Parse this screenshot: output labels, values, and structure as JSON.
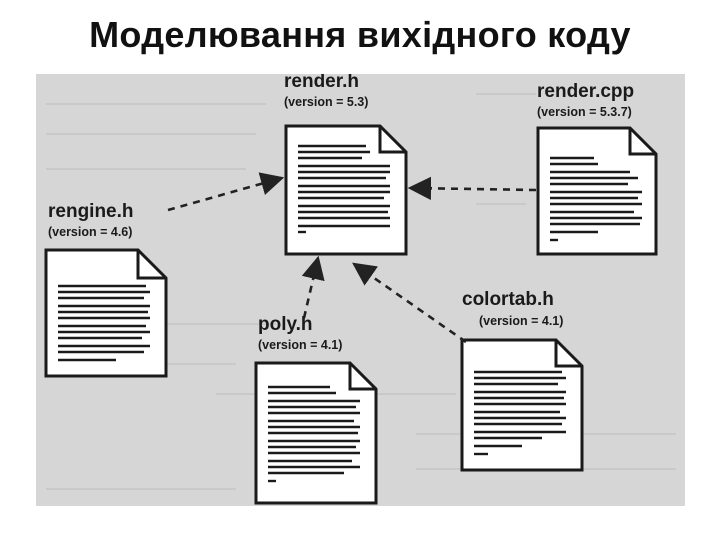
{
  "slide": {
    "title": "Моделювання вихідного коду"
  },
  "diagram": {
    "files": [
      {
        "id": "render-h",
        "name": "render.h",
        "version": "(version = 5.3)"
      },
      {
        "id": "render-cpp",
        "name": "render.cpp",
        "version": "(version = 5.3.7)"
      },
      {
        "id": "rengine-h",
        "name": "rengine.h",
        "version": "(version = 4.6)"
      },
      {
        "id": "poly-h",
        "name": "poly.h",
        "version": "(version = 4.1)"
      },
      {
        "id": "colortab-h",
        "name": "colortab.h",
        "version": "(version = 4.1)"
      }
    ],
    "dependencies": [
      {
        "from": "rengine.h",
        "to": "render.h"
      },
      {
        "from": "render.cpp",
        "to": "render.h"
      },
      {
        "from": "poly.h",
        "to": "render.h"
      },
      {
        "from": "colortab.h",
        "to": "render.h"
      }
    ]
  }
}
